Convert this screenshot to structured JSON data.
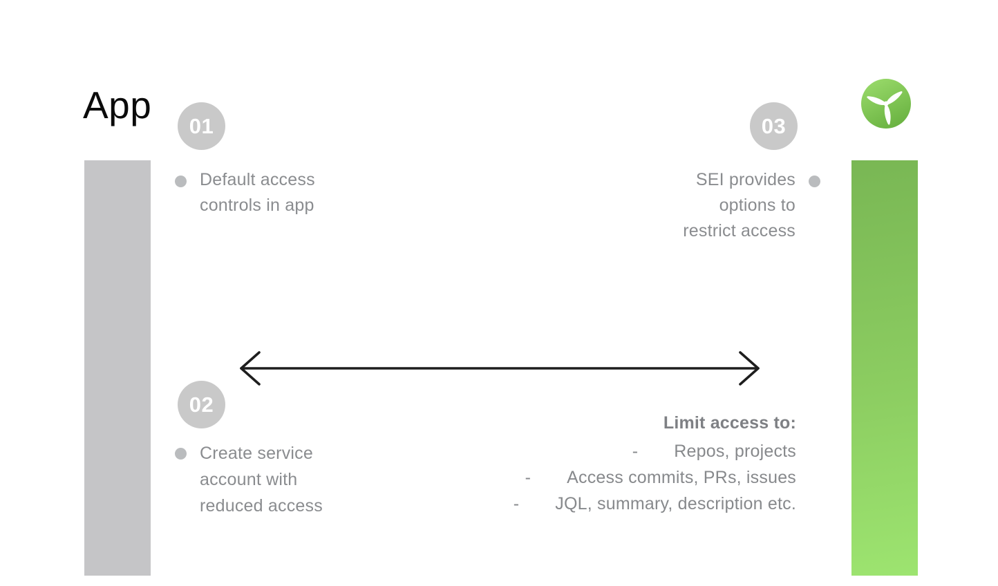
{
  "page": {
    "title": "App"
  },
  "logo": {
    "icon": "propeller-logo"
  },
  "steps": [
    {
      "number": "01",
      "lines": [
        "Default access",
        "controls in app"
      ]
    },
    {
      "number": "02",
      "lines": [
        "Create service",
        "account with",
        "reduced access"
      ]
    },
    {
      "number": "03",
      "lines": [
        "SEI provides",
        "options to",
        "restrict access"
      ]
    }
  ],
  "limit": {
    "heading": "Limit access to:",
    "dash": "-",
    "items": [
      "Repos, projects",
      "Access commits, PRs, issues",
      "JQL, summary, description etc."
    ]
  },
  "colors": {
    "left_bar": "#c5c5c7",
    "right_bar_top": "#79b754",
    "right_bar_bottom": "#9de470",
    "badge_bg": "#c9c9c9",
    "badge_text": "#ffffff",
    "body_text": "#8a8c8f",
    "heading_text": "#7e8084",
    "title_text": "#0b0b0b",
    "arrow": "#1e1e1e",
    "logo_green_light": "#98d969",
    "logo_green_dark": "#68b140"
  }
}
